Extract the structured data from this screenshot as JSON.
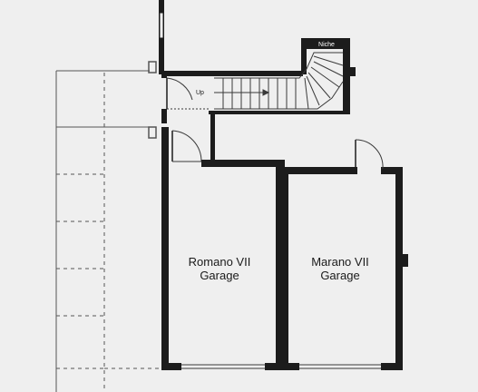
{
  "rooms": {
    "left_garage": {
      "line1": "Romano VII",
      "line2": "Garage"
    },
    "right_garage": {
      "line1": "Marano VII",
      "line2": "Garage"
    }
  },
  "stair": {
    "label": "Up"
  },
  "niche": {
    "label": "Niche"
  },
  "colors": {
    "background": "#efefef",
    "wall": "#1c1c1c",
    "thin_line": "#3a3a3a",
    "dashed_line": "#555555"
  }
}
